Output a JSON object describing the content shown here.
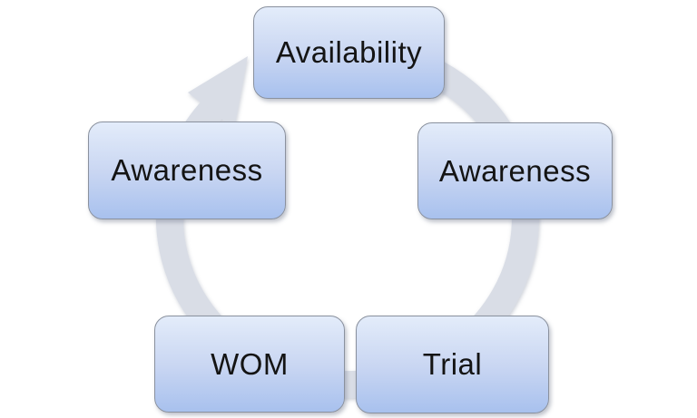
{
  "diagram": {
    "type": "cycle",
    "direction": "clockwise",
    "nodes": [
      {
        "position": "top",
        "label": "Availability"
      },
      {
        "position": "right",
        "label": "Awareness"
      },
      {
        "position": "bottom-right",
        "label": "Trial"
      },
      {
        "position": "bottom-left",
        "label": "WOM"
      },
      {
        "position": "left",
        "label": "Awareness"
      }
    ],
    "colors": {
      "background": "#ffffff",
      "node_fill_top": "#e3ecfa",
      "node_fill_mid": "#c9d6f2",
      "node_fill_bottom": "#a8c1ee",
      "node_border": "#8a919e",
      "node_text": "#141414",
      "arrow_fill": "#d9dde6"
    }
  }
}
